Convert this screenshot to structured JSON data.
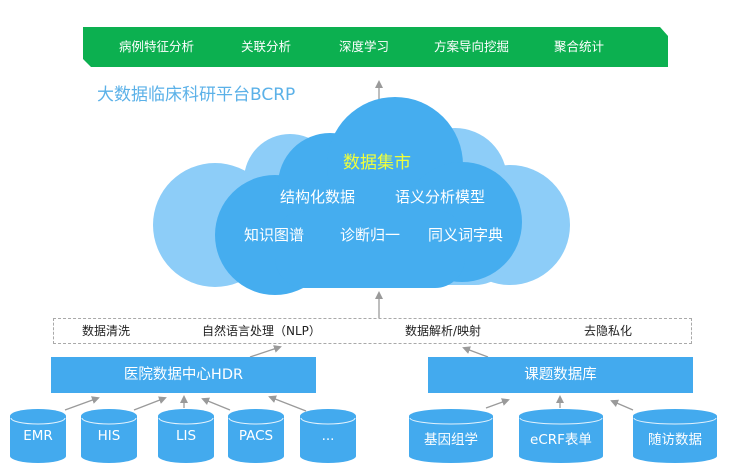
{
  "banner": {
    "color": "#0cb050",
    "items": [
      {
        "label": "病例特征分析"
      },
      {
        "label": "关联分析"
      },
      {
        "label": "深度学习"
      },
      {
        "label": "方案导向挖掘"
      },
      {
        "label": "聚合统计"
      }
    ]
  },
  "platform": {
    "title": "大数据临床科研平台BCRP",
    "title_color": "#5bb1e8"
  },
  "cloud": {
    "title": "数据集市",
    "title_color": "#f0ff3a",
    "back_color": "#8dcdf8",
    "front_color": "#45adef",
    "items": [
      {
        "label": "结构化数据"
      },
      {
        "label": "语义分析模型"
      },
      {
        "label": "知识图谱"
      },
      {
        "label": "诊断归一"
      },
      {
        "label": "同义词字典"
      }
    ]
  },
  "processing": {
    "items": [
      {
        "label": "数据清洗"
      },
      {
        "label": "自然语言处理（NLP）"
      },
      {
        "label": "数据解析/映射"
      },
      {
        "label": "去隐私化"
      }
    ]
  },
  "sources": {
    "color": "#43aaee",
    "hdr": {
      "label": "医院数据中心HDR",
      "databases": [
        {
          "label": "EMR"
        },
        {
          "label": "HIS"
        },
        {
          "label": "LIS"
        },
        {
          "label": "PACS"
        },
        {
          "label": "..."
        }
      ]
    },
    "project": {
      "label": "课题数据库",
      "databases": [
        {
          "label": "基因组学"
        },
        {
          "label": "eCRF表单"
        },
        {
          "label": "随访数据"
        }
      ]
    }
  }
}
